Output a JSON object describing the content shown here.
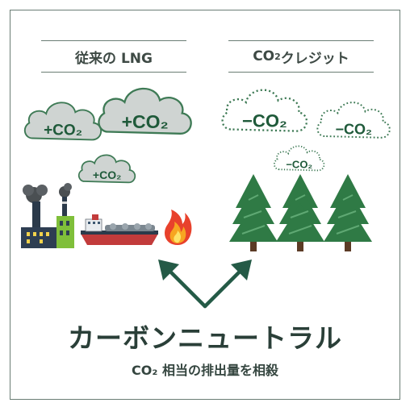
{
  "left_header": "従来の LNG",
  "right_header_prefix": "CO",
  "right_header_sub": "2",
  "right_header_suffix": " クレジット",
  "plus_labels": [
    "+CO₂",
    "+CO₂",
    "+CO₂"
  ],
  "minus_labels": [
    "−CO₂",
    "−CO₂",
    "−CO₂"
  ],
  "title": "カーボンニュートラル",
  "subtitle": "CO₂ 相当の排出量を相殺",
  "colors": {
    "accent": "#2d6a4f",
    "tree": "#2f7a45",
    "cloud_fill": "#cfd4d2",
    "cloud_stroke": "#3e7a55"
  }
}
